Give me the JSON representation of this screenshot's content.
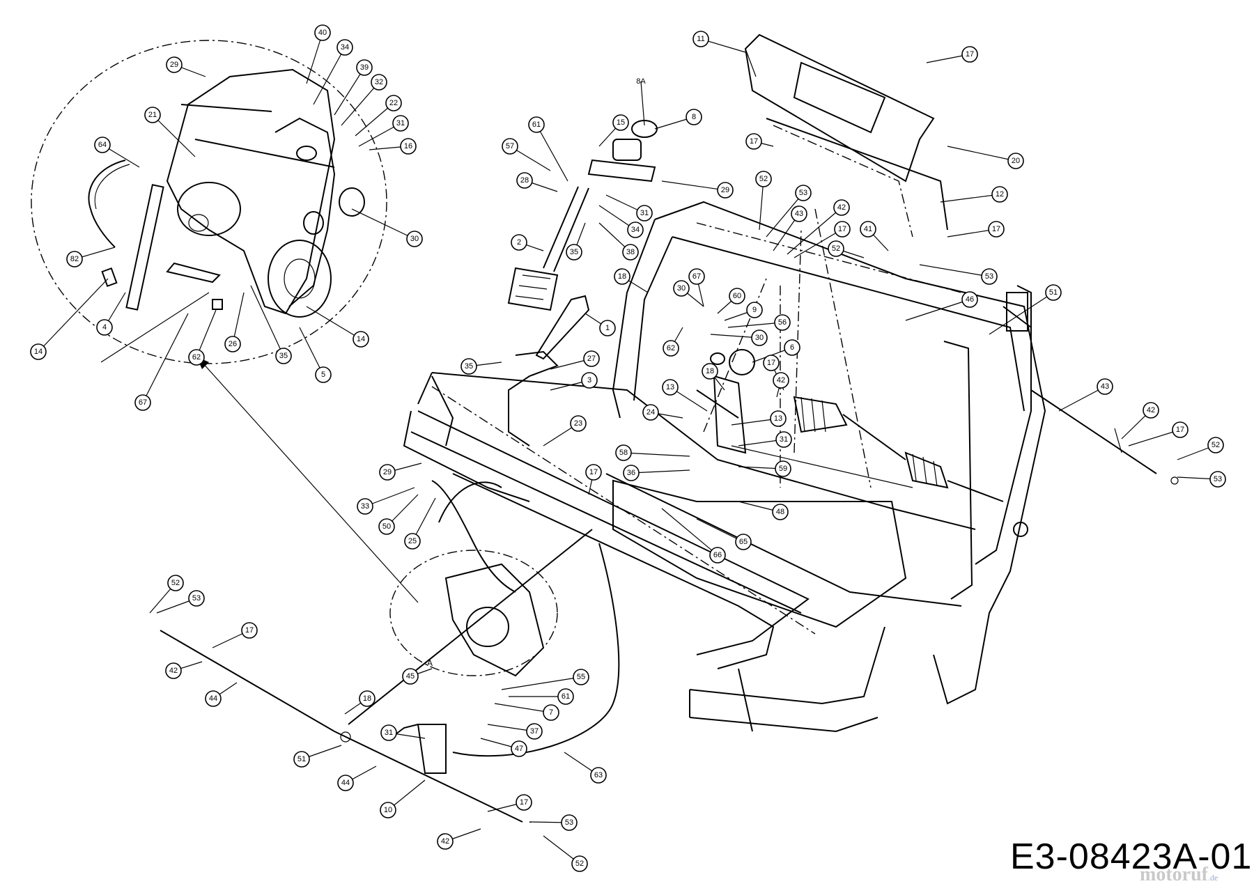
{
  "diagram": {
    "reference_code": "E3-08423A-01",
    "watermark": "motoruf",
    "watermark_tld": ".de",
    "detail_label": "A",
    "callouts": [
      {
        "id": "c40",
        "label": "40"
      },
      {
        "id": "c34a",
        "label": "34"
      },
      {
        "id": "c29a",
        "label": "29"
      },
      {
        "id": "c39",
        "label": "39"
      },
      {
        "id": "c32",
        "label": "32"
      },
      {
        "id": "c21",
        "label": "21"
      },
      {
        "id": "c22",
        "label": "22"
      },
      {
        "id": "c31a",
        "label": "31"
      },
      {
        "id": "c64",
        "label": "64"
      },
      {
        "id": "c16",
        "label": "16"
      },
      {
        "id": "c30a",
        "label": "30"
      },
      {
        "id": "c82",
        "label": "82"
      },
      {
        "id": "c4",
        "label": "4"
      },
      {
        "id": "c14a",
        "label": "14"
      },
      {
        "id": "c14b",
        "label": "14"
      },
      {
        "id": "c62a",
        "label": "62"
      },
      {
        "id": "c26",
        "label": "26"
      },
      {
        "id": "c35a",
        "label": "35"
      },
      {
        "id": "c5",
        "label": "5"
      },
      {
        "id": "c67",
        "label": "67"
      },
      {
        "id": "c11",
        "label": "11"
      },
      {
        "id": "c17a",
        "label": "17"
      },
      {
        "id": "c8A",
        "label": "8A"
      },
      {
        "id": "c61a",
        "label": "61"
      },
      {
        "id": "c15",
        "label": "15"
      },
      {
        "id": "c8",
        "label": "8"
      },
      {
        "id": "c57",
        "label": "57"
      },
      {
        "id": "c28",
        "label": "28"
      },
      {
        "id": "c29b",
        "label": "29"
      },
      {
        "id": "c31b",
        "label": "31"
      },
      {
        "id": "c34b",
        "label": "34"
      },
      {
        "id": "c2",
        "label": "2"
      },
      {
        "id": "c35b",
        "label": "35"
      },
      {
        "id": "c38",
        "label": "38"
      },
      {
        "id": "c17b",
        "label": "17"
      },
      {
        "id": "c20",
        "label": "20"
      },
      {
        "id": "c12",
        "label": "12"
      },
      {
        "id": "c52a",
        "label": "52"
      },
      {
        "id": "c53a",
        "label": "53"
      },
      {
        "id": "c43a",
        "label": "43"
      },
      {
        "id": "c42a",
        "label": "42"
      },
      {
        "id": "c17c",
        "label": "17"
      },
      {
        "id": "c17d",
        "label": "17"
      },
      {
        "id": "c41",
        "label": "41"
      },
      {
        "id": "c52b",
        "label": "52"
      },
      {
        "id": "c53b",
        "label": "53"
      },
      {
        "id": "c18a",
        "label": "18"
      },
      {
        "id": "c67b",
        "label": "67"
      },
      {
        "id": "c30b",
        "label": "30"
      },
      {
        "id": "c60",
        "label": "60"
      },
      {
        "id": "c9",
        "label": "9"
      },
      {
        "id": "c56",
        "label": "56"
      },
      {
        "id": "c46",
        "label": "46"
      },
      {
        "id": "c51a",
        "label": "51"
      },
      {
        "id": "c1",
        "label": "1"
      },
      {
        "id": "c62b",
        "label": "62"
      },
      {
        "id": "c30c",
        "label": "30"
      },
      {
        "id": "c6",
        "label": "6"
      },
      {
        "id": "c35c",
        "label": "35"
      },
      {
        "id": "c27",
        "label": "27"
      },
      {
        "id": "c3",
        "label": "3"
      },
      {
        "id": "c18b",
        "label": "18"
      },
      {
        "id": "c17e",
        "label": "17"
      },
      {
        "id": "c42b",
        "label": "42"
      },
      {
        "id": "c43b",
        "label": "43"
      },
      {
        "id": "c13a",
        "label": "13"
      },
      {
        "id": "c24",
        "label": "24"
      },
      {
        "id": "c13b",
        "label": "13"
      },
      {
        "id": "c42c",
        "label": "42"
      },
      {
        "id": "c17f",
        "label": "17"
      },
      {
        "id": "c23",
        "label": "23"
      },
      {
        "id": "c31c",
        "label": "31"
      },
      {
        "id": "c58",
        "label": "58"
      },
      {
        "id": "c52c",
        "label": "52"
      },
      {
        "id": "c53c",
        "label": "53"
      },
      {
        "id": "c29c",
        "label": "29"
      },
      {
        "id": "c36",
        "label": "36"
      },
      {
        "id": "c59",
        "label": "59"
      },
      {
        "id": "c17g",
        "label": "17"
      },
      {
        "id": "c33",
        "label": "33"
      },
      {
        "id": "c48",
        "label": "48"
      },
      {
        "id": "c50",
        "label": "50"
      },
      {
        "id": "c25",
        "label": "25"
      },
      {
        "id": "c66",
        "label": "66"
      },
      {
        "id": "c65",
        "label": "65"
      },
      {
        "id": "c52d",
        "label": "52"
      },
      {
        "id": "c53d",
        "label": "53"
      },
      {
        "id": "c17h",
        "label": "17"
      },
      {
        "id": "c42d",
        "label": "42"
      },
      {
        "id": "c44a",
        "label": "44"
      },
      {
        "id": "c45",
        "label": "45"
      },
      {
        "id": "c55",
        "label": "55"
      },
      {
        "id": "c18c",
        "label": "18"
      },
      {
        "id": "c61b",
        "label": "61"
      },
      {
        "id": "c7",
        "label": "7"
      },
      {
        "id": "c31d",
        "label": "31"
      },
      {
        "id": "c37",
        "label": "37"
      },
      {
        "id": "c51b",
        "label": "51"
      },
      {
        "id": "c47",
        "label": "47"
      },
      {
        "id": "c44b",
        "label": "44"
      },
      {
        "id": "c63",
        "label": "63"
      },
      {
        "id": "c10",
        "label": "10"
      },
      {
        "id": "c17i",
        "label": "17"
      },
      {
        "id": "c53e",
        "label": "53"
      },
      {
        "id": "c42e",
        "label": "42"
      },
      {
        "id": "c52e",
        "label": "52"
      }
    ]
  }
}
